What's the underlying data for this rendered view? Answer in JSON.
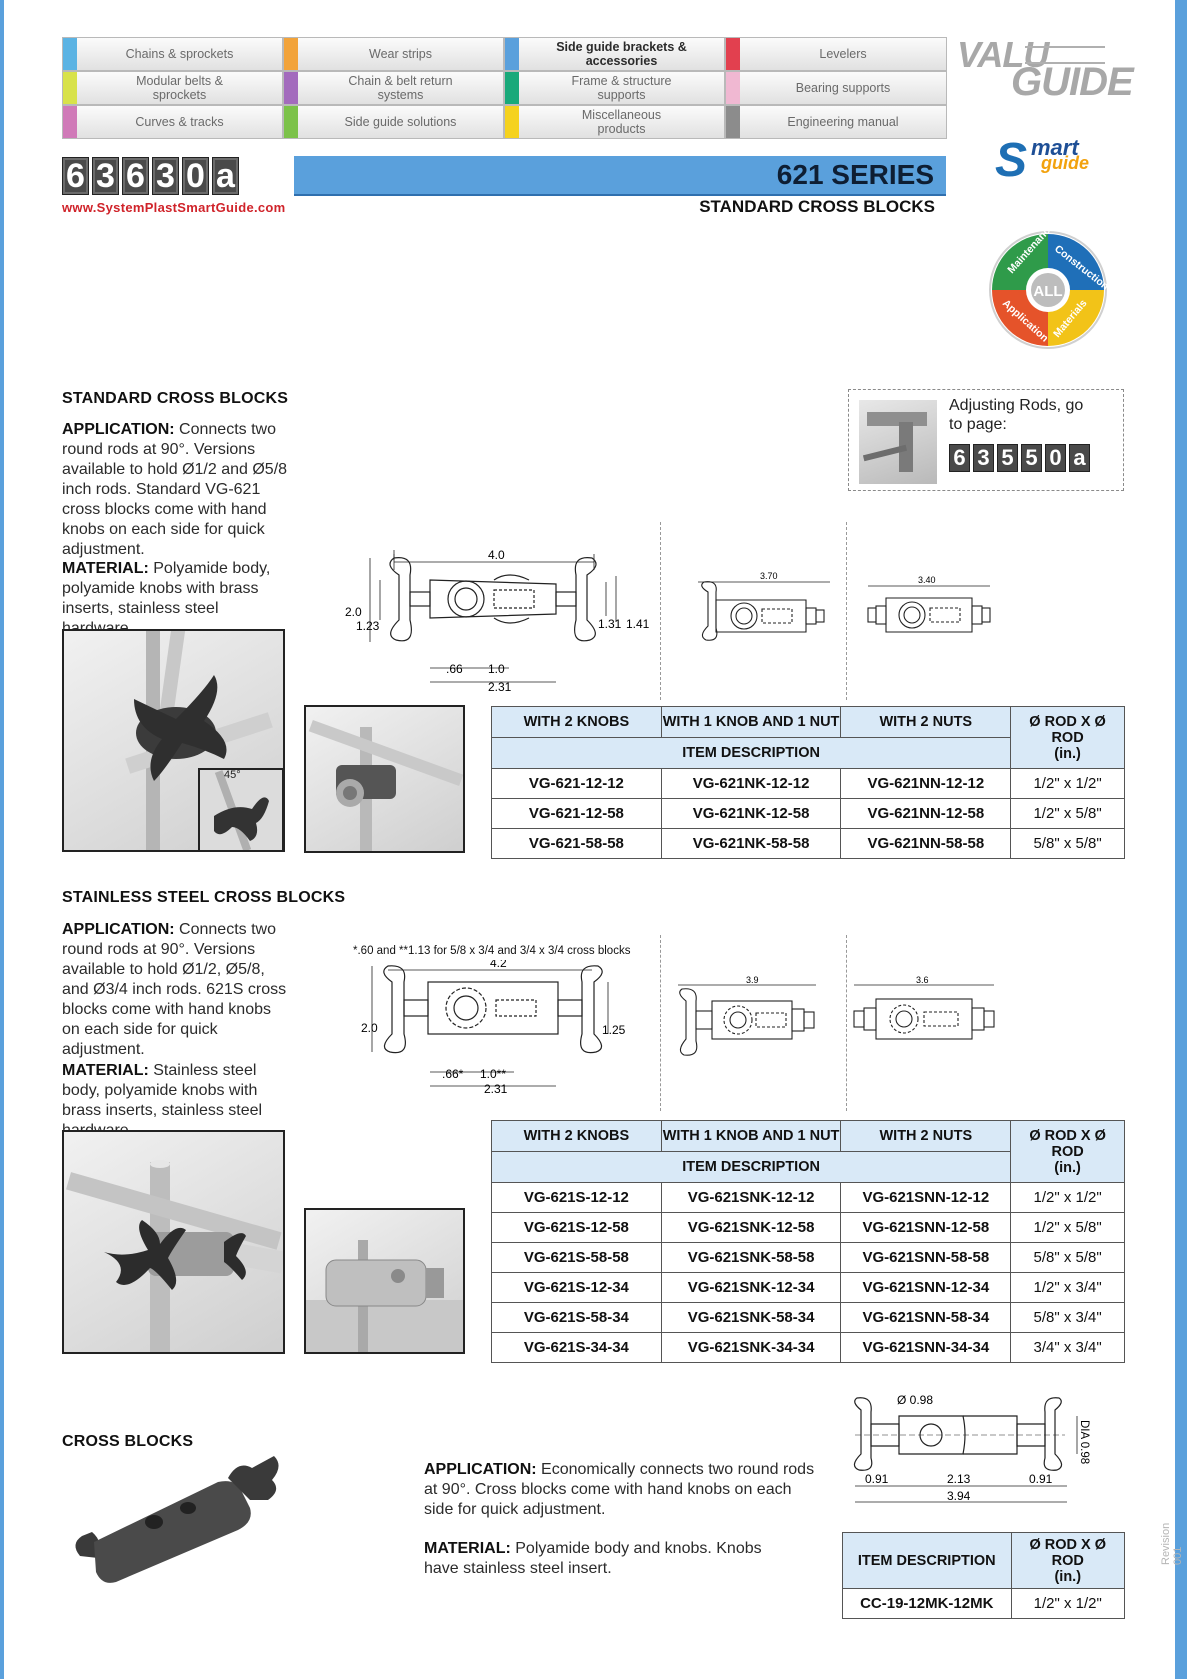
{
  "nav": {
    "items": [
      {
        "label": "Chains & sprockets",
        "color": "#5bb3e3"
      },
      {
        "label": "Wear strips",
        "color": "#f2a33a"
      },
      {
        "label": "Side guide brackets & accessories",
        "color": "#5aa0dc",
        "active": true
      },
      {
        "label": "Levelers",
        "color": "#e2404f"
      },
      {
        "label": "Modular belts & sprockets",
        "color": "#d8e24a"
      },
      {
        "label": "Chain & belt return systems",
        "color": "#a36bbd"
      },
      {
        "label": "Frame & structure supports",
        "color": "#19a97a"
      },
      {
        "label": "Bearing supports",
        "color": "#f0b8d2"
      },
      {
        "label": "Curves & tracks",
        "color": "#d07ab8"
      },
      {
        "label": "Side guide solutions",
        "color": "#7cc24a"
      },
      {
        "label": "Miscellaneous products",
        "color": "#f5d21e"
      },
      {
        "label": "Engineering manual",
        "color": "#8c8c8c"
      }
    ]
  },
  "brand": {
    "valu_top": "VALU",
    "valu_bottom": "GUIDE",
    "smart_letter": "S",
    "smart_word": "mart",
    "guide_word": "guide",
    "wheel_center": "ALL",
    "wheel": [
      "Maintenance",
      "Construction",
      "Materials",
      "Application"
    ],
    "wheel_colors": [
      "#2f9b4a",
      "#1f6fb8",
      "#f2c318",
      "#e5532a"
    ]
  },
  "page": {
    "code": [
      "6",
      "3",
      "6",
      "3",
      "0",
      "a"
    ],
    "url": "www.SystemPlastSmartGuide.com",
    "series": "621 SERIES",
    "subtitle": "STANDARD CROSS BLOCKS",
    "revision": "Revision 001"
  },
  "adjust": {
    "text_line1": "Adjusting Rods, go",
    "text_line2": "to page:",
    "code": [
      "6",
      "3",
      "5",
      "5",
      "0",
      "a"
    ]
  },
  "section1": {
    "heading": "STANDARD CROSS BLOCKS",
    "app_label": "APPLICATION:",
    "app_text": " Connects two round rods at 90°. Versions available to hold Ø1/2 and Ø5/8 inch rods. Standard VG-621 cross blocks come with hand knobs on each side for quick adjustment.",
    "mat_label": "MATERIAL:",
    "mat_text": " Polyamide body, polyamide knobs with brass inserts, stainless steel hardware.",
    "angle": "45°",
    "dims": {
      "w": "4.0",
      "h": "2.0",
      "h2": "1.23",
      "r1": "1.31",
      "r2": "1.41",
      "d1": ".66",
      "d2": "1.0",
      "d3": "2.31",
      "w1": "3.70",
      "w2": "3.40"
    },
    "table": {
      "headers": [
        "WITH 2 KNOBS",
        "WITH 1 KNOB AND 1 NUT",
        "WITH 2 NUTS"
      ],
      "rod_header_1": "Ø ROD X Ø ROD",
      "rod_header_2": "(in.)",
      "item_desc": "ITEM DESCRIPTION",
      "rows": [
        [
          "VG-621-12-12",
          "VG-621NK-12-12",
          "VG-621NN-12-12",
          "1/2\" x 1/2\""
        ],
        [
          "VG-621-12-58",
          "VG-621NK-12-58",
          "VG-621NN-12-58",
          "1/2\" x 5/8\""
        ],
        [
          "VG-621-58-58",
          "VG-621NK-58-58",
          "VG-621NN-58-58",
          "5/8\" x 5/8\""
        ]
      ]
    }
  },
  "section2": {
    "heading": "STAINLESS STEEL CROSS BLOCKS",
    "app_label": "APPLICATION:",
    "app_text": " Connects two round rods at 90°. Versions available to hold Ø1/2, Ø5/8, and Ø3/4 inch rods. 621S cross blocks come with hand knobs on each side for quick adjustment.",
    "mat_label": "MATERIAL:",
    "mat_text": " Stainless steel body, polyamide knobs with brass inserts, stainless steel hardware.",
    "note": "*.60 and **1.13 for 5/8 x 3/4 and 3/4 x 3/4 cross blocks",
    "dims": {
      "w": "4.2",
      "h": "2.0",
      "r": "1.25",
      "d1": ".66*",
      "d2": "1.0**",
      "d3": "2.31",
      "w1": "3.9",
      "w2": "3.6"
    },
    "table": {
      "headers": [
        "WITH 2 KNOBS",
        "WITH 1 KNOB AND 1 NUT",
        "WITH 2 NUTS"
      ],
      "rod_header_1": "Ø ROD X Ø ROD",
      "rod_header_2": "(in.)",
      "item_desc": "ITEM DESCRIPTION",
      "rows": [
        [
          "VG-621S-12-12",
          "VG-621SNK-12-12",
          "VG-621SNN-12-12",
          "1/2\" x 1/2\""
        ],
        [
          "VG-621S-12-58",
          "VG-621SNK-12-58",
          "VG-621SNN-12-58",
          "1/2\" x 5/8\""
        ],
        [
          "VG-621S-58-58",
          "VG-621SNK-58-58",
          "VG-621SNN-58-58",
          "5/8\" x 5/8\""
        ],
        [
          "VG-621S-12-34",
          "VG-621SNK-12-34",
          "VG-621SNN-12-34",
          "1/2\" x 3/4\""
        ],
        [
          "VG-621S-58-34",
          "VG-621SNK-58-34",
          "VG-621SNN-58-34",
          "5/8\" x 3/4\""
        ],
        [
          "VG-621S-34-34",
          "VG-621SNK-34-34",
          "VG-621SNN-34-34",
          "3/4\" x 3/4\""
        ]
      ]
    }
  },
  "section3": {
    "heading": "CROSS BLOCKS",
    "app_label": "APPLICATION:",
    "app_text": " Economically connects two round rods at 90°. Cross blocks come with hand knobs on each side for quick adjustment.",
    "mat_label": "MATERIAL:",
    "mat_text": " Polyamide body and knobs. Knobs have stainless steel insert.",
    "dims": {
      "dia_top": "Ø 0.98",
      "dia_side": "DIA 0.98",
      "a": "0.91",
      "b": "2.13",
      "c": "0.91",
      "total": "3.94"
    },
    "table": {
      "item_desc": "ITEM DESCRIPTION",
      "rod_header_1": "Ø ROD X Ø ROD",
      "rod_header_2": "(in.)",
      "rows": [
        [
          "CC-19-12MK-12MK",
          "1/2\" x 1/2\""
        ]
      ]
    }
  }
}
